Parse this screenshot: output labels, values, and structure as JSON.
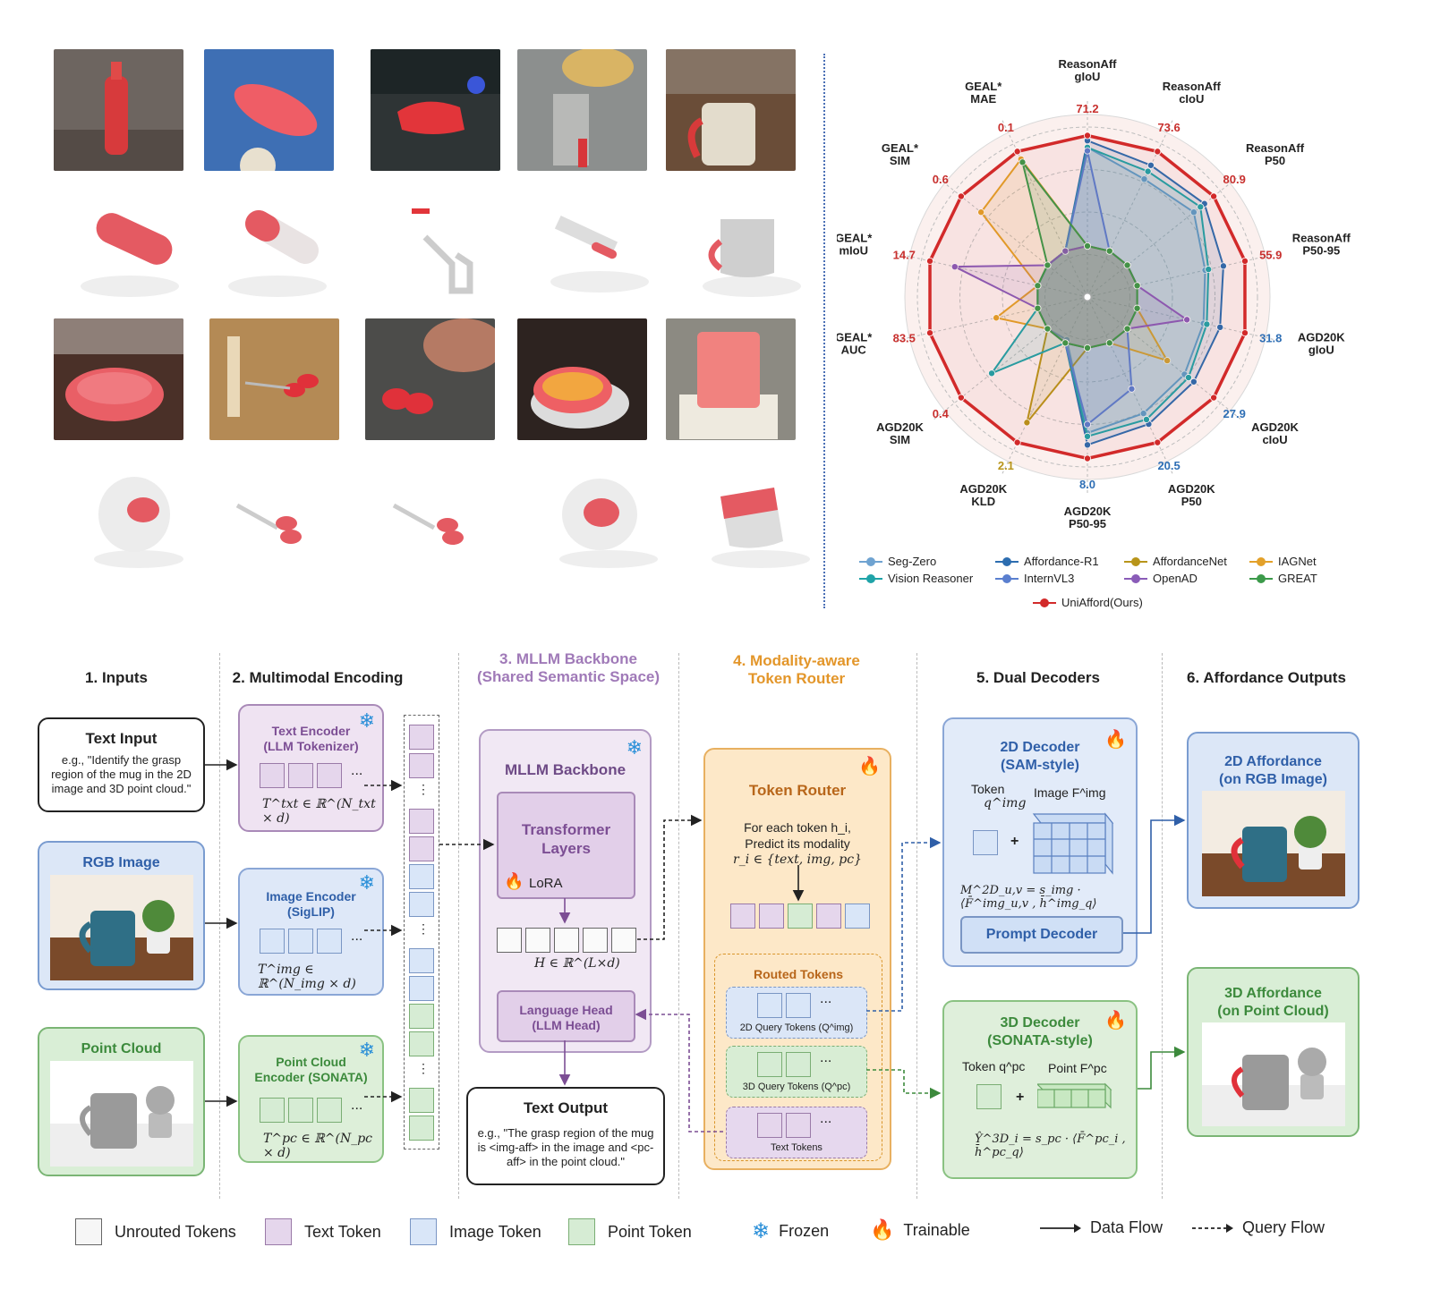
{
  "radar": {
    "axes": [
      {
        "label": [
          "ReasonAff",
          "gIoU"
        ],
        "value": "71.2",
        "color": "#c8302e"
      },
      {
        "label": [
          "ReasonAff",
          "cIoU"
        ],
        "value": "73.6",
        "color": "#c8302e"
      },
      {
        "label": [
          "ReasonAff",
          "P50"
        ],
        "value": "80.9",
        "color": "#c8302e"
      },
      {
        "label": [
          "ReasonAff",
          "P50-95"
        ],
        "value": "55.9",
        "color": "#c8302e"
      },
      {
        "label": [
          "AGD20K",
          "gIoU"
        ],
        "value": "31.8",
        "color": "#2f6fb5"
      },
      {
        "label": [
          "AGD20K",
          "cIoU"
        ],
        "value": "27.9",
        "color": "#2f6fb5"
      },
      {
        "label": [
          "AGD20K",
          "P50"
        ],
        "value": "20.5",
        "color": "#2f6fb5"
      },
      {
        "label": [
          "AGD20K",
          "P50-95"
        ],
        "value": "8.0",
        "color": "#2f6fb5"
      },
      {
        "label": [
          "AGD20K",
          "KLD"
        ],
        "value": "2.1",
        "color": "#b8951a"
      },
      {
        "label": [
          "AGD20K",
          "SIM"
        ],
        "value": "0.4",
        "color": "#c8302e"
      },
      {
        "label": [
          "GEAL*",
          "AUC"
        ],
        "value": "83.5",
        "color": "#c8302e"
      },
      {
        "label": [
          "GEAL*",
          "mIoU"
        ],
        "value": "14.7",
        "color": "#c8302e"
      },
      {
        "label": [
          "GEAL*",
          "SIM"
        ],
        "value": "0.6",
        "color": "#c8302e"
      },
      {
        "label": [
          "GEAL*",
          "MAE"
        ],
        "value": "0.1",
        "color": "#c8302e"
      }
    ],
    "series": [
      {
        "name": "Seg-Zero",
        "color": "#6fa3d1",
        "values": [
          0.88,
          0.77,
          0.8,
          0.71,
          0.7,
          0.73,
          0.76,
          0.8,
          0.28,
          0.3,
          0.3,
          0.3,
          0.3,
          0.3
        ]
      },
      {
        "name": "Affordance-R1",
        "color": "#2c6db0",
        "values": [
          0.92,
          0.86,
          0.88,
          0.82,
          0.8,
          0.8,
          0.83,
          0.87,
          0.3,
          0.3,
          0.3,
          0.3,
          0.3,
          0.3
        ]
      },
      {
        "name": "AffordanceNet",
        "color": "#b8951a",
        "values": [
          0.3,
          0.3,
          0.3,
          0.3,
          0.3,
          0.3,
          0.3,
          0.3,
          0.82,
          0.3,
          0.3,
          0.3,
          0.3,
          0.3
        ]
      },
      {
        "name": "IAGNet",
        "color": "#e3a12a",
        "values": [
          0.3,
          0.3,
          0.3,
          0.3,
          0.3,
          0.6,
          0.3,
          0.3,
          0.3,
          0.3,
          0.55,
          0.3,
          0.8,
          0.9
        ]
      },
      {
        "name": "Vision Reasoner",
        "color": "#1fa3a8",
        "values": [
          0.88,
          0.82,
          0.85,
          0.73,
          0.72,
          0.76,
          0.8,
          0.82,
          0.3,
          0.72,
          0.3,
          0.3,
          0.3,
          0.3
        ]
      },
      {
        "name": "InternVL3",
        "color": "#5a7fcf",
        "values": [
          0.86,
          0.3,
          0.3,
          0.3,
          0.3,
          0.3,
          0.6,
          0.75,
          0.3,
          0.3,
          0.3,
          0.3,
          0.3,
          0.3
        ]
      },
      {
        "name": "OpenAD",
        "color": "#8a5cb8",
        "values": [
          0.3,
          0.3,
          0.3,
          0.3,
          0.6,
          0.3,
          0.3,
          0.3,
          0.3,
          0.3,
          0.3,
          0.8,
          0.3,
          0.3
        ]
      },
      {
        "name": "GREAT",
        "color": "#3c9a4a",
        "values": [
          0.3,
          0.3,
          0.3,
          0.3,
          0.3,
          0.3,
          0.3,
          0.3,
          0.3,
          0.3,
          0.3,
          0.3,
          0.3,
          0.88
        ]
      },
      {
        "name": "UniAfford(Ours)",
        "color": "#d22a2a",
        "values": [
          0.95,
          0.95,
          0.95,
          0.95,
          0.95,
          0.95,
          0.95,
          0.95,
          0.95,
          0.95,
          0.95,
          0.95,
          0.95,
          0.95
        ]
      }
    ],
    "ring_labels": [
      "ReasonAff gIoU 71.2"
    ]
  },
  "stages": {
    "s1": "1. Inputs",
    "s2": "2. Multimodal Encoding",
    "s3a": "3. MLLM Backbone",
    "s3b": "(Shared Semantic Space)",
    "s4a": "4. Modality-aware",
    "s4b": "Token Router",
    "s5": "5. Dual Decoders",
    "s6": "6. Affordance Outputs"
  },
  "inputs": {
    "text_title": "Text Input",
    "text_body": "e.g., \"Identify the grasp region of the mug in the 2D image and 3D point cloud.\"",
    "rgb_title": "RGB Image",
    "pc_title": "Point Cloud"
  },
  "encoders": {
    "text_a": "Text Encoder",
    "text_b": "(LLM Tokenizer)",
    "text_math": "T^txt ∈ ℝ^(N_txt × d)",
    "img_a": "Image Encoder",
    "img_b": "(SigLIP)",
    "img_math": "T^img ∈ ℝ^(N_img × d)",
    "pc_a": "Point Cloud",
    "pc_b": "Encoder (SONATA)",
    "pc_math": "T^pc ∈ ℝ^(N_pc × d)"
  },
  "backbone": {
    "title": "MLLM Backbone",
    "tl_a": "Transformer",
    "tl_b": "Layers",
    "lora": "LoRA",
    "h_math": "H ∈ ℝ^(L×d)",
    "lh_a": "Language Head",
    "lh_b": "(LLM Head)",
    "out_title": "Text Output",
    "out_body": "e.g., \"The grasp region of the mug is <img-aff> in the image and <pc-aff> in the point cloud.\""
  },
  "router": {
    "title": "Token Router",
    "line1": "For each token h_i,",
    "line2": "Predict its modality",
    "line3": "r_i ∈ {text, img, pc}",
    "routed": "Routed Tokens",
    "q2d": "2D Query Tokens (Q^img)",
    "q3d": "3D Query Tokens (Q^pc)",
    "txt": "Text Tokens"
  },
  "decoders": {
    "d2_a": "2D Decoder",
    "d2_b": "(SAM-style)",
    "d2_token": "Token",
    "d2_token_q": "q^img",
    "d2_image": "Image F^img",
    "d2_math": "M^2D_u,v = s_img · ⟨F̄^img_u,v , h̄^img_q⟩",
    "prompt": "Prompt Decoder",
    "d3_a": "3D Decoder",
    "d3_b": "(SONATA-style)",
    "d3_token": "Token q^pc",
    "d3_point": "Point F^pc",
    "d3_math": "Ŷ^3D_i = s_pc · ⟨F̄^pc_i , h̄^pc_q⟩"
  },
  "outputs": {
    "o2_a": "2D Affordance",
    "o2_b": "(on RGB Image)",
    "o3_a": "3D Affordance",
    "o3_b": "(on Point Cloud)"
  },
  "legend": {
    "unrouted": "Unrouted Tokens",
    "text": "Text Token",
    "image": "Image Token",
    "point": "Point Token",
    "frozen": "Frozen",
    "trainable": "Trainable",
    "data": "Data Flow",
    "query": "Query Flow"
  }
}
